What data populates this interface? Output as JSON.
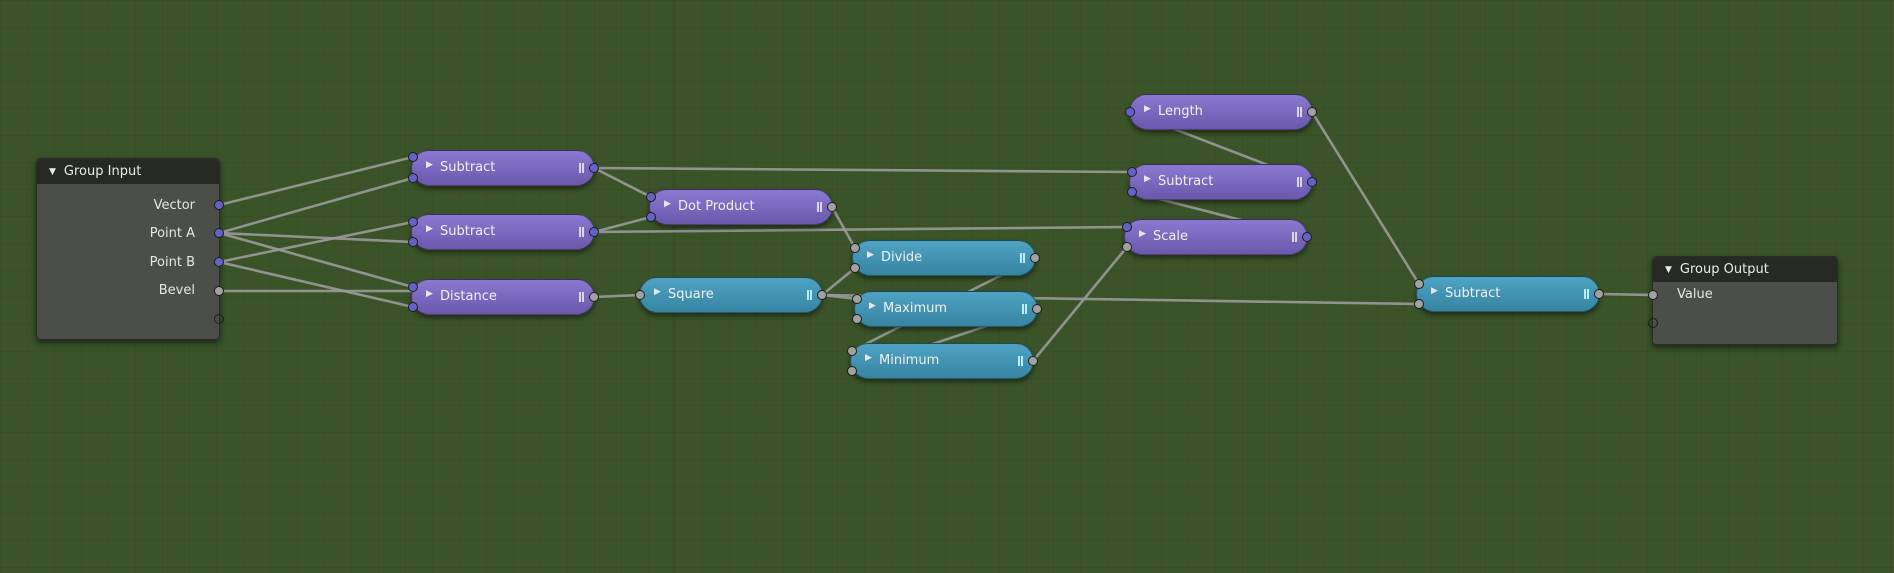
{
  "group_input": {
    "title": "Group Input",
    "outputs": [
      "Vector",
      "Point A",
      "Point B",
      "Bevel"
    ]
  },
  "group_output": {
    "title": "Group Output",
    "inputs": [
      "Value"
    ]
  },
  "nodes": {
    "subtract_1": "Subtract",
    "subtract_2": "Subtract",
    "distance": "Distance",
    "dot_product": "Dot Product",
    "square": "Square",
    "divide": "Divide",
    "maximum": "Maximum",
    "minimum": "Minimum",
    "length": "Length",
    "subtract_3": "Subtract",
    "scale": "Scale",
    "subtract_final": "Subtract"
  },
  "colors": {
    "background": "#3a5328",
    "vector_node": "#7866c0",
    "float_node": "#4395b5",
    "vector_socket": "#6363c7",
    "float_socket": "#a1a1a1",
    "link": "#9a9a9a"
  },
  "icons": {
    "collapse": "triangle-down-icon",
    "expand": "triangle-right-icon",
    "grip": "drag-grip-icon"
  }
}
